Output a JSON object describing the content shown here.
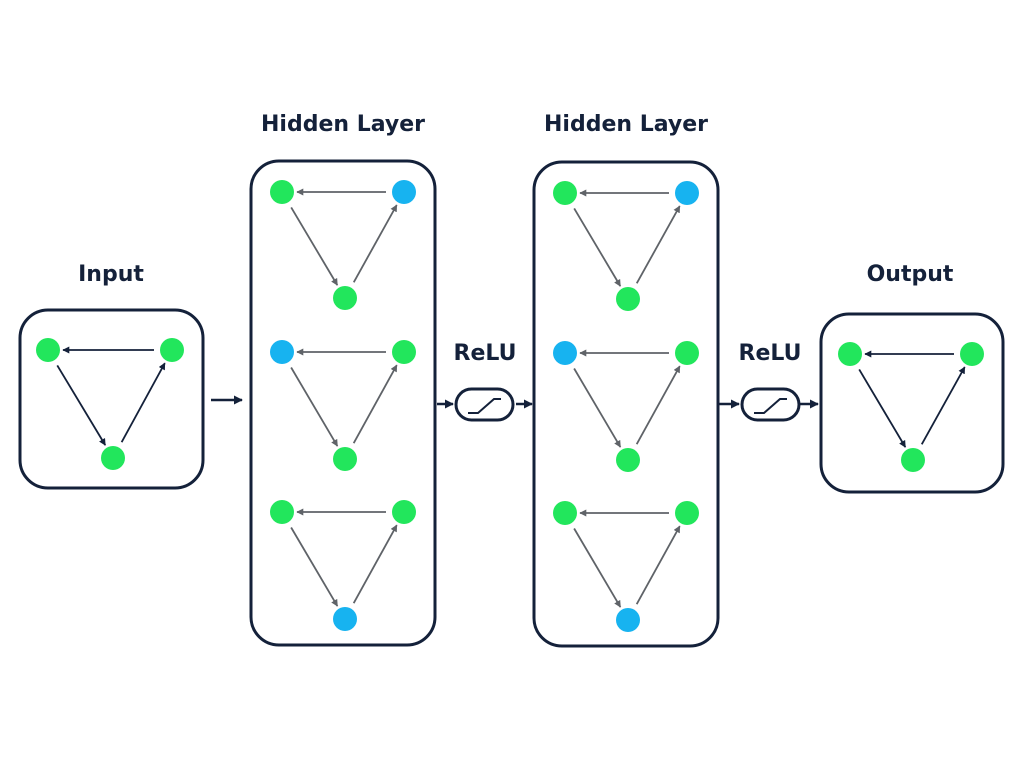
{
  "labels": {
    "input": "Input",
    "hidden1": "Hidden Layer",
    "hidden2": "Hidden Layer",
    "output": "Output",
    "relu1": "ReLU",
    "relu2": "ReLU"
  },
  "colors": {
    "node_green": "#22e65c",
    "node_blue": "#17b3f0",
    "dark_edge": "#14213a",
    "gray_edge": "#5f6368",
    "outline": "#14213a"
  },
  "icons": {
    "relu": "relu-ramp-icon",
    "arrow": "arrow-right-icon"
  },
  "graphs": {
    "input": {
      "nodes": [
        "green",
        "green",
        "green"
      ],
      "edges": "dark"
    },
    "hidden1": [
      {
        "nodes": [
          "green",
          "blue",
          "green"
        ],
        "edges": "gray"
      },
      {
        "nodes": [
          "blue",
          "green",
          "green"
        ],
        "edges": "gray"
      },
      {
        "nodes": [
          "green",
          "green",
          "blue"
        ],
        "edges": "gray"
      }
    ],
    "hidden2": [
      {
        "nodes": [
          "green",
          "blue",
          "green"
        ],
        "edges": "gray"
      },
      {
        "nodes": [
          "blue",
          "green",
          "green"
        ],
        "edges": "gray"
      },
      {
        "nodes": [
          "green",
          "green",
          "blue"
        ],
        "edges": "gray"
      }
    ],
    "output": {
      "nodes": [
        "green",
        "green",
        "green"
      ],
      "edges": "dark"
    }
  }
}
